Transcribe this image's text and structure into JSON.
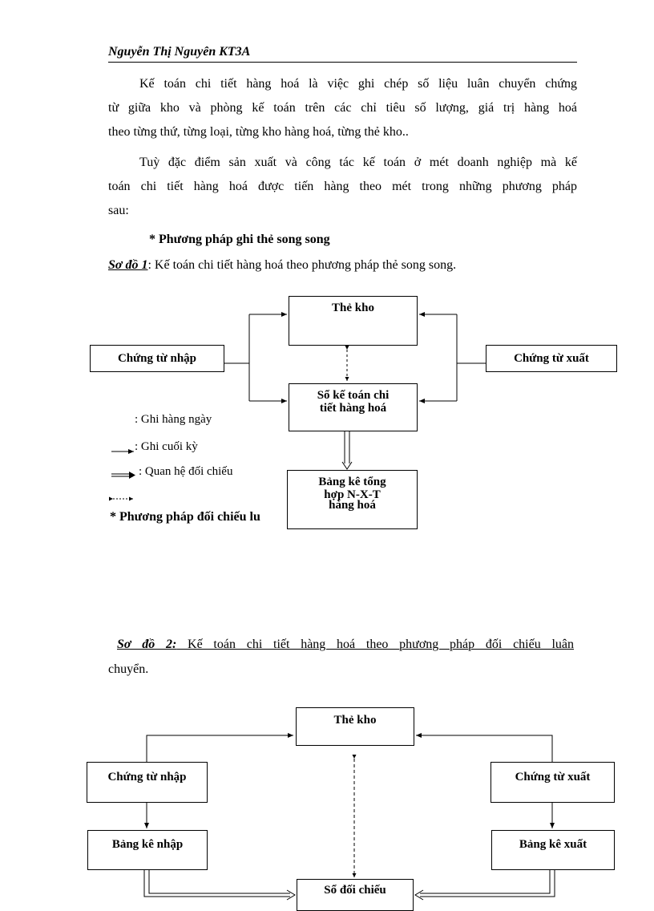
{
  "header": "Nguyễn Thị Nguyên KT3A",
  "paragraphs": {
    "p1": [
      "Kế toán chi tiết hàng hoá là việc ghi chép số liệu luân chuyển chứng",
      "từ giữa kho và phòng kế toán trên các chỉ tiêu số lượng, giá trị hàng hoá",
      "theo từng thứ, từng loại, từng kho hàng hoá, từng thẻ kho.."
    ],
    "p2": [
      "Tuỳ đặc điểm sản xuất và công tác kế toán ở mét doanh nghiệp mà kế",
      "toán chi tiết hàng hoá được tiến hàng theo mét trong những phương pháp",
      "sau:"
    ]
  },
  "section1_heading": "* Phương pháp ghi thẻ song song",
  "diagram1": {
    "caption_label": "Sơ đồ 1",
    "caption_text": ": Kế toán chi tiết hàng hoá theo phương pháp thẻ song song.",
    "boxes": {
      "the_kho": "Thẻ kho",
      "chung_tu_nhap": "Chứng từ nhập",
      "chung_tu_xuat": "Chứng từ xuất",
      "so_ke_toan_1": "Sổ kế toán chi",
      "so_ke_toan_2": "tiết hàng hoá",
      "bang_ke_1": "Bảng kê tổng",
      "bang_ke_2": "hợp N-X-T",
      "bang_ke_3": "hàng hoá"
    },
    "legend": {
      "daily": ": Ghi hàng ngày",
      "period_end": ": Ghi cuối kỳ",
      "reconcile": ": Quan hệ đối chiếu"
    }
  },
  "section2_heading_visible": "* Phương pháp đối chiếu lu",
  "diagram2": {
    "caption_label": "Sơ đồ 2:",
    "caption_line1": " Kế toán chi tiết hàng hoá theo phương pháp đối chiếu luân",
    "caption_line2": "chuyển.",
    "boxes": {
      "the_kho": "Thẻ kho",
      "chung_tu_nhap": "Chứng từ nhập",
      "chung_tu_xuat": "Chứng từ xuất",
      "bang_ke_nhap": "Bảng kê nhập",
      "bang_ke_xuat": "Bảng kê xuất",
      "so_doi_chieu": "Sổ đối chiếu"
    }
  }
}
